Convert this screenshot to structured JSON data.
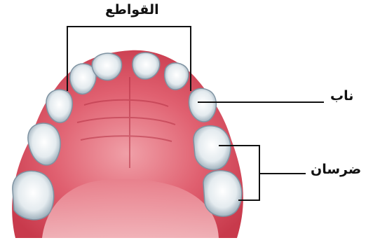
{
  "labels": {
    "incisors": "القواطع",
    "canine": "ناب",
    "molars": "ضرسان"
  },
  "colors": {
    "gum": "#d94a5a",
    "gum_dark": "#b82e40",
    "palate": "#e98a92",
    "tooth": "#e8eef2",
    "tooth_shadow": "#9eb0bd",
    "line": "#111111"
  }
}
